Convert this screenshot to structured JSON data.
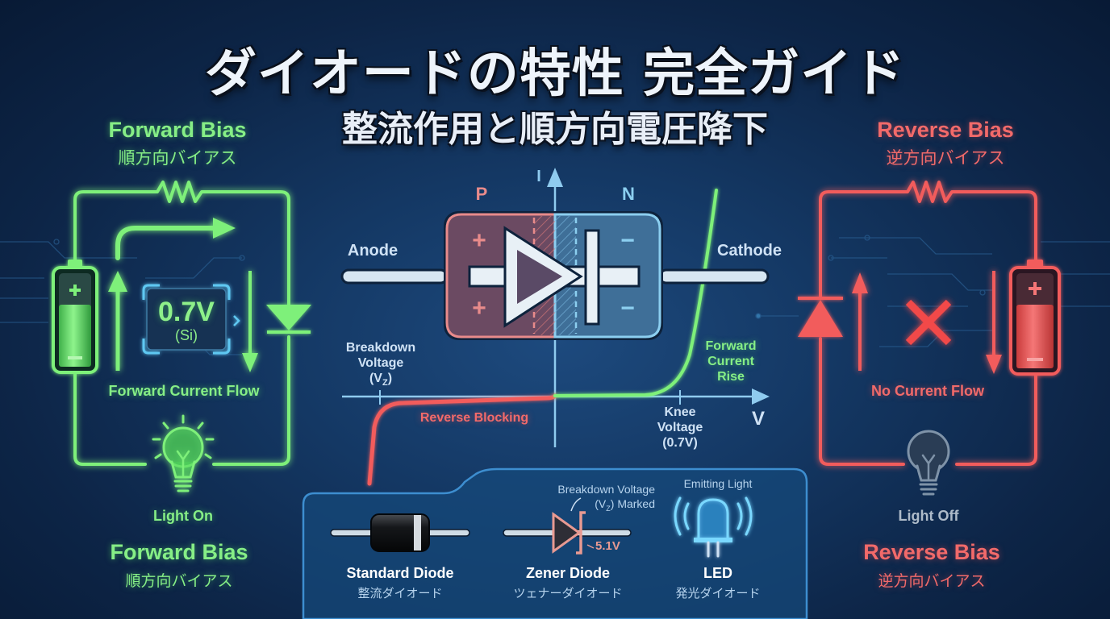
{
  "header": {
    "title": "ダイオードの特性 完全ガイド",
    "subtitle": "整流作用と順方向電圧降下"
  },
  "forward_panel": {
    "heading_en": "Forward Bias",
    "heading_jp": "順方向バイアス",
    "voltage_value": "0.7V",
    "voltage_material": "(Si)",
    "flow_label": "Forward Current Flow",
    "bulb_label": "Light On",
    "footer_en": "Forward Bias",
    "footer_jp": "順方向バイアス",
    "color": "#7ef07a"
  },
  "reverse_panel": {
    "heading_en": "Reverse Bias",
    "heading_jp": "逆方向バイアス",
    "flow_label": "No Current Flow",
    "bulb_label": "Light Off",
    "footer_en": "Reverse Bias",
    "footer_jp": "逆方向バイアス",
    "color": "#f25c5c"
  },
  "center": {
    "p_label": "P",
    "n_label": "N",
    "anode_label": "Anode",
    "cathode_label": "Cathode",
    "axis_current": "I",
    "axis_voltage": "V",
    "breakdown_label_1": "Breakdown",
    "breakdown_label_2": "Voltage",
    "breakdown_label_3": "(V",
    "breakdown_sub": "Z",
    "breakdown_label_4": ")",
    "reverse_blocking": "Reverse Blocking",
    "knee_label_1": "Knee",
    "knee_label_2": "Voltage",
    "knee_label_3": "(0.7V)",
    "forward_rise_1": "Forward",
    "forward_rise_2": "Current",
    "forward_rise_3": "Rise",
    "plus_sign": "+",
    "minus_sign": "−"
  },
  "diode_types": [
    {
      "name_en": "Standard Diode",
      "name_jp": "整流ダイオード"
    },
    {
      "name_en": "Zener Diode",
      "name_jp": "ツェナーダイオード",
      "note_1": "Breakdown Voltage",
      "note_2": "(V",
      "note_sub": "Z",
      "note_3": ") Marked",
      "value": "5.1V"
    },
    {
      "name_en": "LED",
      "name_jp": "発光ダイオード",
      "note": "Emitting Light"
    }
  ]
}
